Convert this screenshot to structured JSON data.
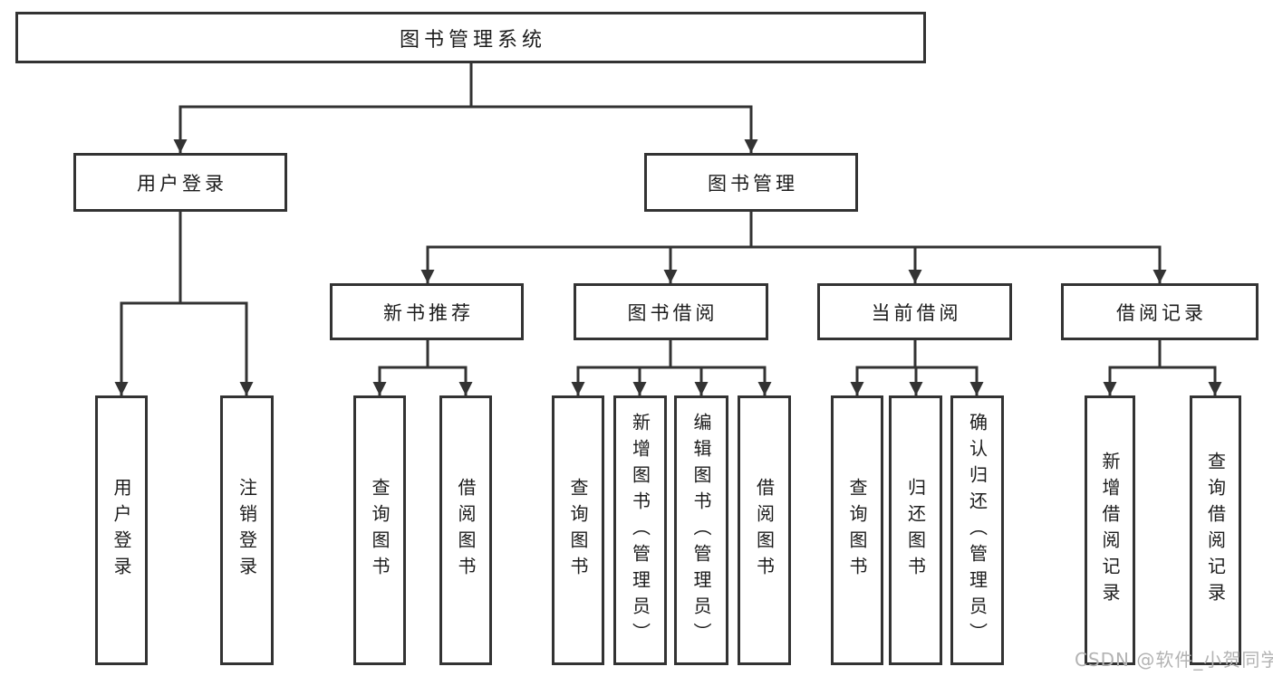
{
  "diagram": {
    "root": {
      "label": "图书管理系统"
    },
    "level2": [
      {
        "label": "用户登录"
      },
      {
        "label": "图书管理"
      }
    ],
    "level3": [
      {
        "label": "新书推荐"
      },
      {
        "label": "图书借阅"
      },
      {
        "label": "当前借阅"
      },
      {
        "label": "借阅记录"
      }
    ],
    "leaves": {
      "user_login": [
        "用户登录",
        "注销登录"
      ],
      "new_books": [
        "查询图书",
        "借阅图书"
      ],
      "book_borrow": [
        "查询图书",
        "新增图书（管理员）",
        "编辑图书（管理员）",
        "借阅图书"
      ],
      "current_borrow": [
        "查询图书",
        "归还图书",
        "确认归还（管理员）"
      ],
      "borrow_records": [
        "新增借阅记录",
        "查询借阅记录"
      ]
    }
  },
  "watermark": {
    "text": "CSDN @软件_小贺同学"
  },
  "colors": {
    "line": "#333333",
    "text": "#1c1c1c",
    "watermark": "#b3b3b3",
    "background": "#ffffff"
  }
}
